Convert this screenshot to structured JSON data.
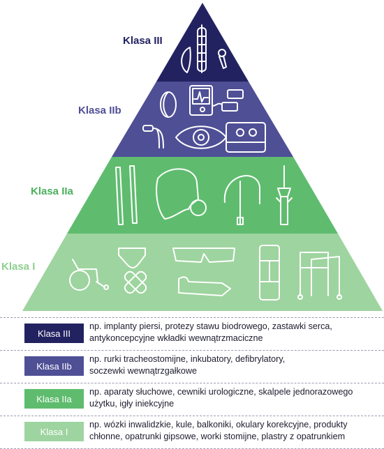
{
  "colors": {
    "klasa3": "#232261",
    "klasa2b": "#4f4f96",
    "klasa2a": "#5fbc6e",
    "klasa1": "#9ed49f",
    "klasa2a_label": "#4caf5c",
    "klasa1_label": "#8fcf90"
  },
  "pyramid": {
    "tiers": [
      {
        "label": "Klasa III"
      },
      {
        "label": "Klasa IIb"
      },
      {
        "label": "Klasa IIa"
      },
      {
        "label": "Klasa I"
      }
    ],
    "icons": [
      "breast-implant-icon",
      "spine-implant-icon",
      "hip-prosthesis-icon",
      "lens-icon",
      "monitor-device-icon",
      "defibrillator-icon",
      "tracheostomy-tube-icon",
      "eye-icon",
      "incubator-icon",
      "scalpel-icon",
      "hearing-aid-icon",
      "catheter-icon",
      "syringe-needle-icon",
      "wheelchair-icon",
      "absorbent-pants-icon",
      "bandage-icon",
      "glasses-icon",
      "cast-arm-icon",
      "crutches-icon",
      "walker-icon"
    ]
  },
  "legend": [
    {
      "badge": "Klasa III",
      "line1": "np. implanty piersi, protezy stawu biodrowego, zastawki serca,",
      "line2": "antykoncepcyjne wkładki wewnątrzmaciczne"
    },
    {
      "badge": "Klasa IIb",
      "line1": "np. rurki tracheostomijne, inkubatory, defibrylatory,",
      "line2": "soczewki wewnątrzgałkowe"
    },
    {
      "badge": "Klasa IIa",
      "line1": "np. aparaty słuchowe, cewniki urologiczne, skalpele jednorazowego",
      "line2": "użytku, igły iniekcyjne"
    },
    {
      "badge": "Klasa I",
      "line1": "np. wózki inwalidzkie, kule, balkoniki, okulary korekcyjne, produkty",
      "line2": "chłonne, opatrunki gipsowe, worki stomijne, plastry z opatrunkiem"
    }
  ]
}
